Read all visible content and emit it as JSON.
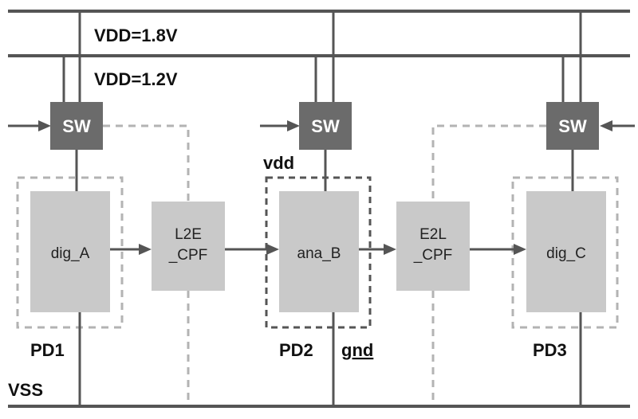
{
  "rails": {
    "vdd_high": "VDD=1.8V",
    "vdd_low": "VDD=1.2V",
    "vss": "VSS"
  },
  "switches": [
    {
      "label": "SW"
    },
    {
      "label": "SW"
    },
    {
      "label": "SW"
    }
  ],
  "domains": [
    {
      "block": "dig_A",
      "name": "PD1"
    },
    {
      "block": "ana_B",
      "name": "PD2"
    },
    {
      "block": "dig_C",
      "name": "PD3"
    }
  ],
  "converters": [
    {
      "line1": "L2E",
      "line2": "_CPF"
    },
    {
      "line1": "E2L",
      "line2": "_CPF"
    }
  ],
  "net_labels": {
    "vdd": "vdd",
    "gnd": "gnd"
  }
}
